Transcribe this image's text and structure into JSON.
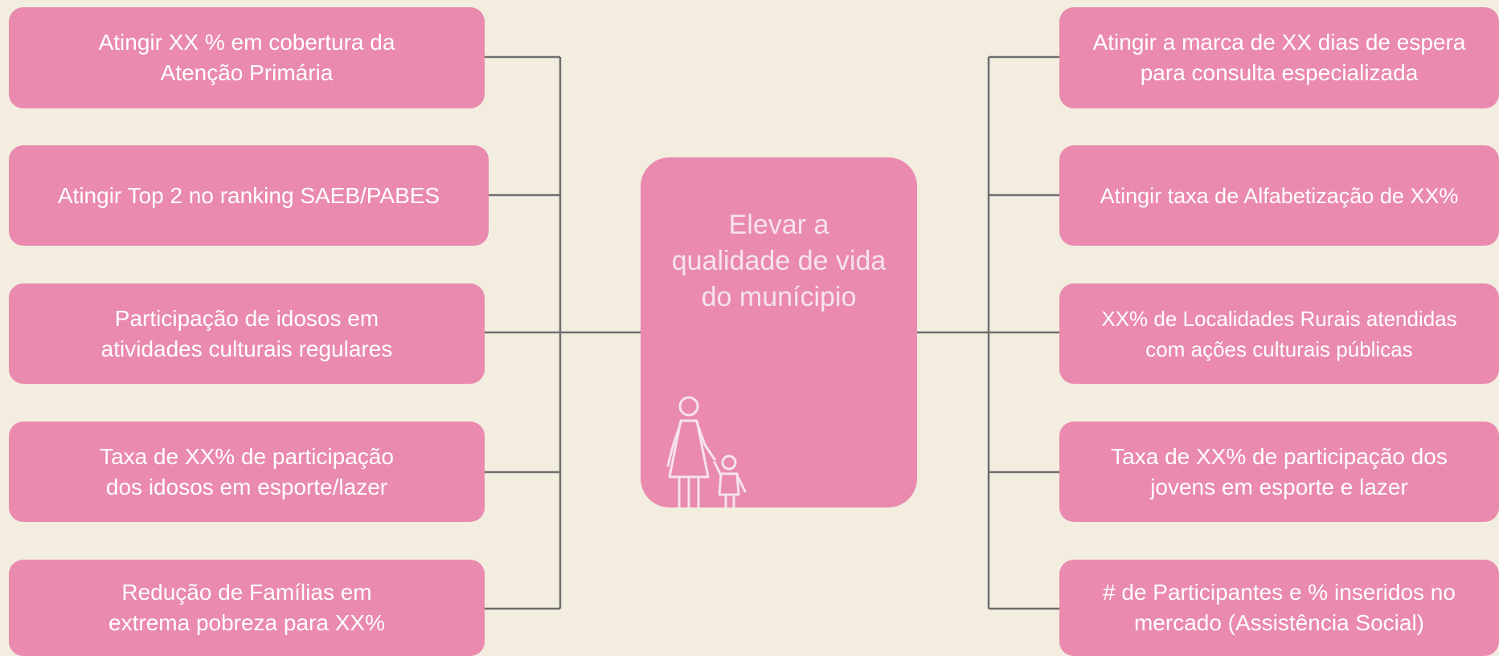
{
  "diagram": {
    "center": {
      "lines": [
        "Elevar a",
        "qualidade de vida",
        "do munícipio"
      ],
      "icon": "family-icon"
    },
    "left_items": [
      {
        "lines": [
          "Atingir XX % em cobertura da",
          "Atenção Primária"
        ]
      },
      {
        "lines": [
          "Atingir Top 2 no ranking SAEB/PABES"
        ]
      },
      {
        "lines": [
          "Participação de idosos em",
          "atividades culturais regulares"
        ]
      },
      {
        "lines": [
          "Taxa de XX% de participação",
          "dos idosos em esporte/lazer"
        ]
      },
      {
        "lines": [
          "Redução de Famílias em",
          "extrema pobreza para XX%"
        ]
      }
    ],
    "right_items": [
      {
        "lines": [
          "Atingir a marca de XX dias de espera",
          "para consulta especializada"
        ]
      },
      {
        "lines": [
          "Atingir taxa de Alfabetização de XX%"
        ]
      },
      {
        "lines": [
          "XX% de Localidades Rurais atendidas",
          "com ações culturais públicas"
        ]
      },
      {
        "lines": [
          "Taxa de XX% de participação dos",
          "jovens em esporte e lazer"
        ]
      },
      {
        "lines": [
          "# de Participantes e % inseridos no",
          "mercado (Assistência Social)"
        ]
      }
    ],
    "colors": {
      "background": "#f3ede0",
      "box": "#e98aae",
      "connector": "#6e6e6e",
      "center_text": "#f6e3ec",
      "icon_stroke": "#f6e3ec"
    }
  }
}
